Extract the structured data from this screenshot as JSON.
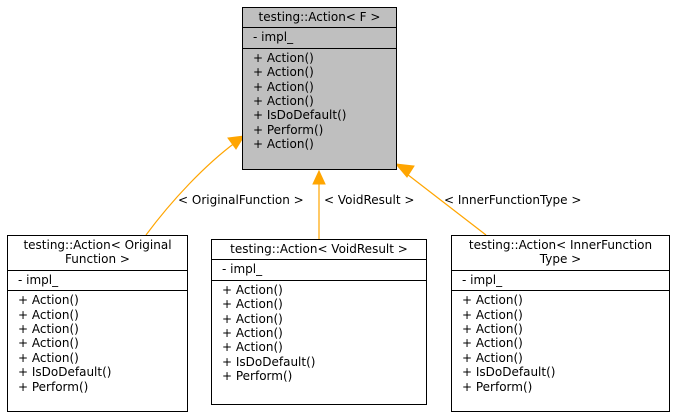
{
  "colors": {
    "arrow": "#ffa500",
    "base_fill": "#bfbfbf"
  },
  "base": {
    "title": "testing::Action< F >",
    "attributes": [
      "- impl_"
    ],
    "methods": [
      "+ Action()",
      "+ Action()",
      "+ Action()",
      "+ Action()",
      "+ IsDoDefault()",
      "+ Perform()",
      "+ Action()"
    ]
  },
  "derived": [
    {
      "title_lines": [
        "testing::Action< Original",
        "Function >"
      ],
      "attributes": [
        "- impl_"
      ],
      "methods": [
        "+ Action()",
        "+ Action()",
        "+ Action()",
        "+ Action()",
        "+ Action()",
        "+ IsDoDefault()",
        "+ Perform()"
      ],
      "edge_label": "< OriginalFunction >"
    },
    {
      "title_lines": [
        "testing::Action< VoidResult >"
      ],
      "attributes": [
        "- impl_"
      ],
      "methods": [
        "+ Action()",
        "+ Action()",
        "+ Action()",
        "+ Action()",
        "+ Action()",
        "+ IsDoDefault()",
        "+ Perform()"
      ],
      "edge_label": "< VoidResult >"
    },
    {
      "title_lines": [
        "testing::Action< InnerFunction",
        "Type >"
      ],
      "attributes": [
        "- impl_"
      ],
      "methods": [
        "+ Action()",
        "+ Action()",
        "+ Action()",
        "+ Action()",
        "+ Action()",
        "+ IsDoDefault()",
        "+ Perform()"
      ],
      "edge_label": "< InnerFunctionType >"
    }
  ]
}
